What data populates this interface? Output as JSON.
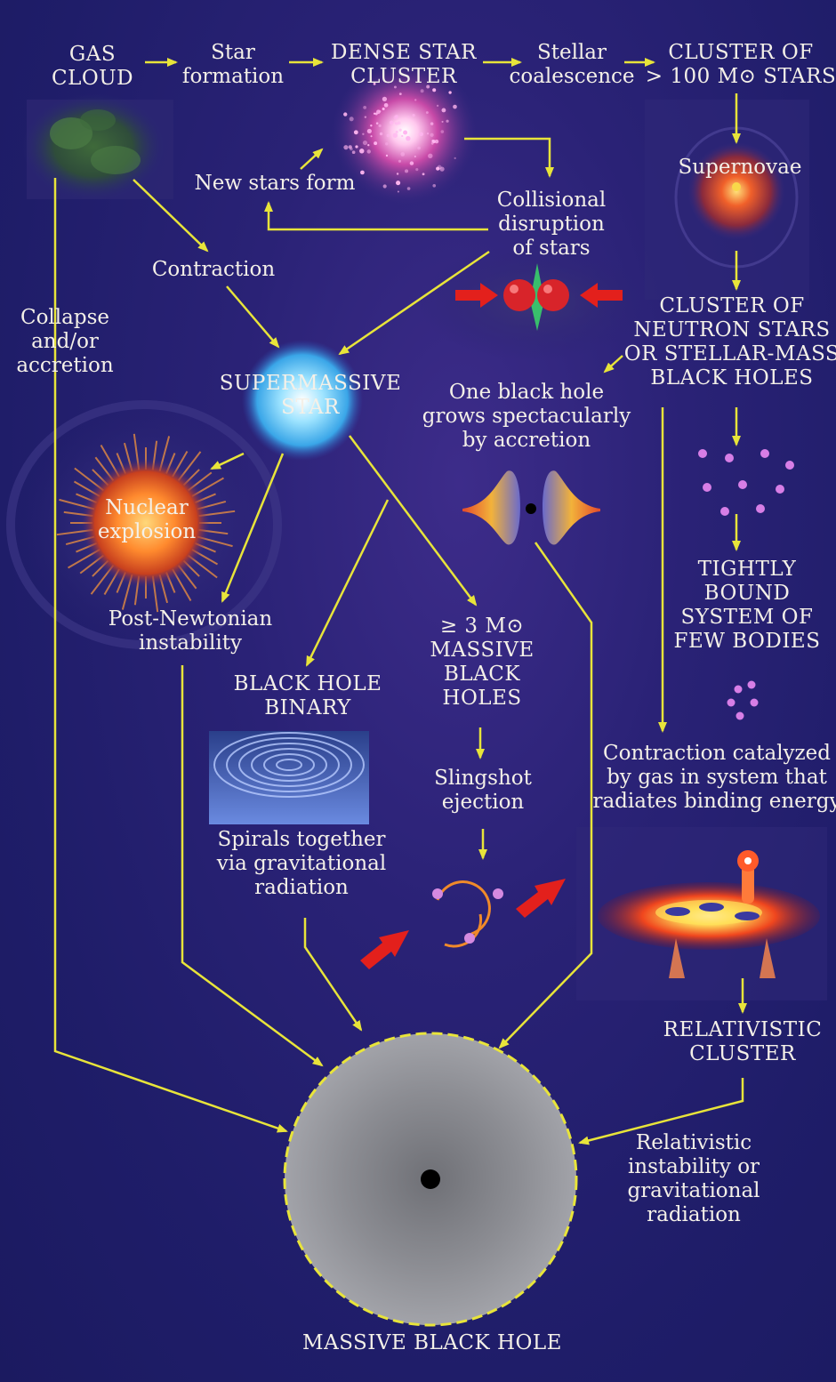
{
  "title": "",
  "nodes": {
    "gas_cloud": [
      "GAS",
      "CLOUD"
    ],
    "star_formation": [
      "Star",
      "formation"
    ],
    "dense_star_cluster": [
      "DENSE STAR",
      "CLUSTER"
    ],
    "stellar_coalescence": [
      "Stellar",
      "coalescence"
    ],
    "cluster_massive": [
      "CLUSTER OF",
      "> 100 M⊙ STARS"
    ],
    "supernovae": "Supernovae",
    "new_stars_form": "New stars form",
    "collisional_disruption": [
      "Collisional",
      "disruption",
      "of stars"
    ],
    "contraction": "Contraction",
    "collapse_accretion": [
      "Collapse",
      "and/or",
      "accretion"
    ],
    "cluster_neutron": [
      "CLUSTER OF",
      "NEUTRON STARS",
      "OR STELLAR-MASS",
      "BLACK HOLES"
    ],
    "supermassive_star": [
      "SUPERMASSIVE",
      "STAR"
    ],
    "one_black_hole": [
      "One black hole",
      "grows spectacularly",
      "by accretion"
    ],
    "nuclear_explosion": [
      "Nuclear",
      "explosion"
    ],
    "tightly_bound": [
      "TIGHTLY",
      "BOUND",
      "SYSTEM OF",
      "FEW BODIES"
    ],
    "post_newtonian": [
      "Post-Newtonian",
      "instability"
    ],
    "massive_black_holes": [
      "≥ 3  M⊙",
      "MASSIVE",
      "BLACK",
      "HOLES"
    ],
    "black_hole_binary": [
      "BLACK HOLE",
      "BINARY"
    ],
    "slingshot": [
      "Slingshot",
      "ejection"
    ],
    "contraction_catalyzed": [
      "Contraction catalyzed",
      "by gas in system that",
      "radiates binding energy"
    ],
    "spirals_together": [
      "Spirals together",
      "via gravitational",
      "radiation"
    ],
    "relativistic_cluster": [
      "RELATIVISTIC",
      "CLUSTER"
    ],
    "relativistic_instability": [
      "Relativistic",
      "instability or",
      "gravitational",
      "radiation"
    ],
    "massive_black_hole": "MASSIVE BLACK HOLE"
  },
  "colors": {
    "background": "#25206f",
    "arrow": "#e8e43a",
    "label": "#f4f0e8",
    "red_arrow": "#e3201c",
    "black_hole_disk": "#8c8d93"
  },
  "icons": [
    "gas-cloud-image",
    "dense-cluster-image",
    "supernova-image",
    "collision-image",
    "supermassive-star-image",
    "nuclear-explosion-image",
    "accretion-disk-image",
    "neutron-cluster-dots",
    "few-bodies-dots",
    "gravitational-wave-image",
    "slingshot-image",
    "relativistic-cluster-image",
    "massive-black-hole-disk"
  ]
}
